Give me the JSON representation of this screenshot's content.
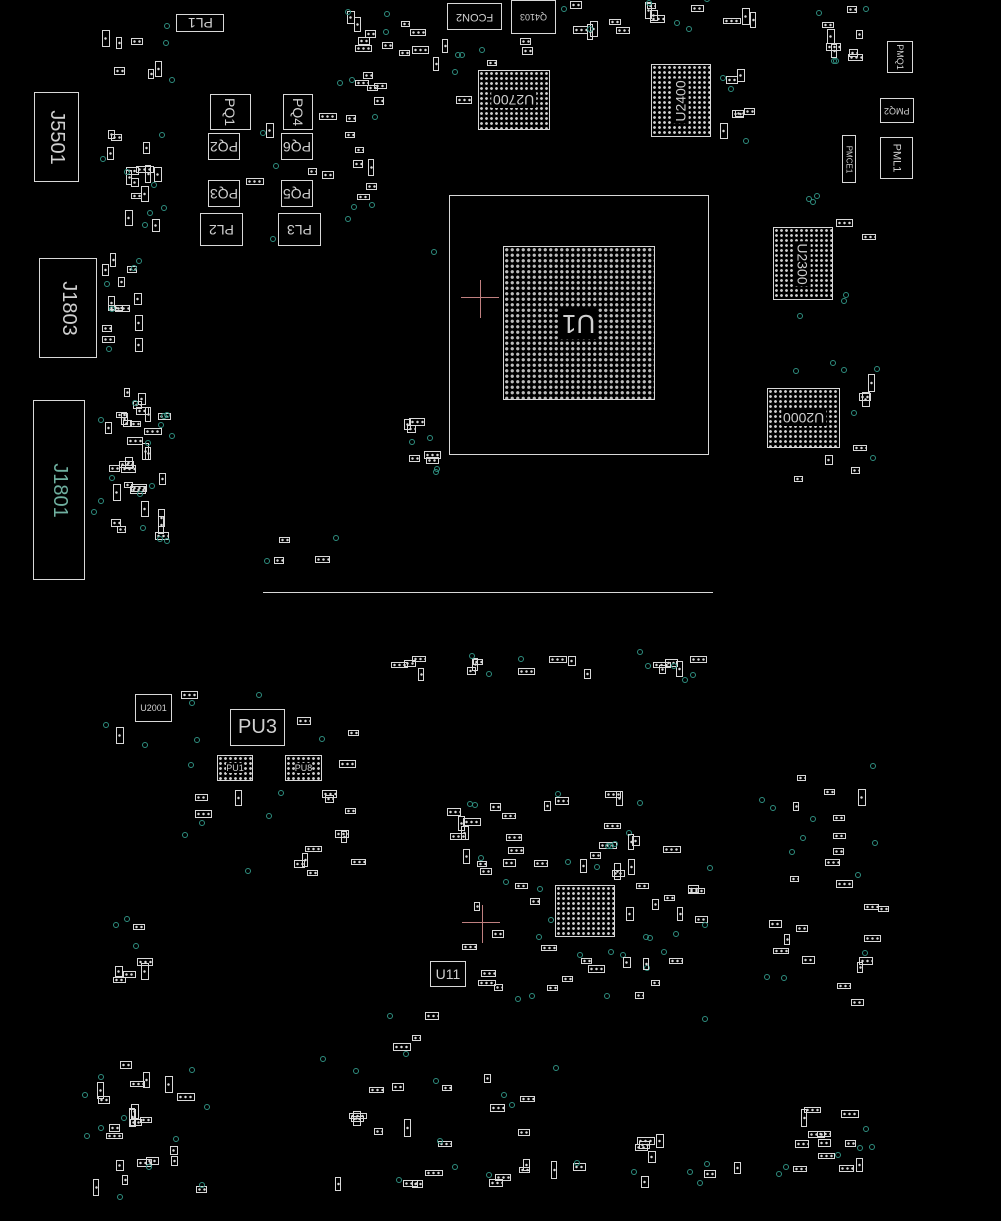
{
  "title": "PCB boardview - top layer",
  "colors": {
    "background": "#000000",
    "outline": "#d8d8d8",
    "via": "#2f8f80",
    "cursor": "#c08080"
  },
  "components": {
    "PL1": "PL1",
    "FCON2": "FCON2",
    "Q4103": "Q4103",
    "J5501": "J5501",
    "J1803": "J1803",
    "J1801": "J1801",
    "PQ1": "PQ1",
    "PQ2": "PQ2",
    "PQ3": "PQ3",
    "PQ4": "PQ4",
    "PQ5": "PQ5",
    "PQ6": "PQ6",
    "PL2": "PL2",
    "PL3": "PL3",
    "U2700": "U2700",
    "U2400": "U2400",
    "U2300": "U2300",
    "U2000": "U2000",
    "U1": "U1",
    "PMQ1": "PMQ1",
    "PMQ2": "PMQ2",
    "PML1": "PML1",
    "PMCE1": "PMCE1",
    "U2001": "U2001",
    "PU3": "PU3",
    "PU1": "PU1",
    "PU8": "PU8",
    "U11": "U11"
  }
}
